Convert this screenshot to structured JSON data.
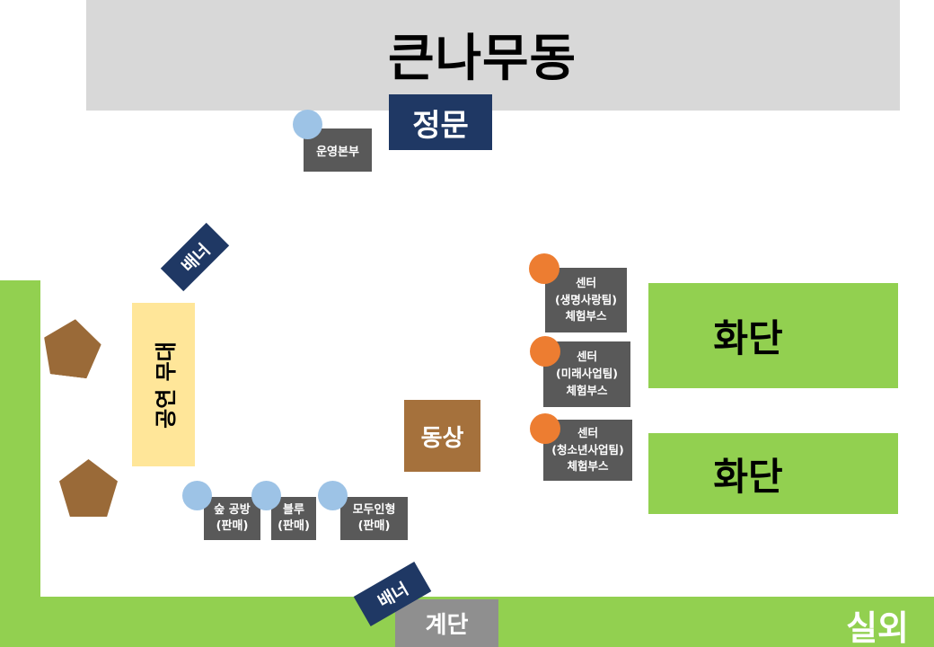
{
  "title": "큰나무동",
  "zones": {
    "main_gate": "정문",
    "ops_hq": "운영본부",
    "banner_top": "배너",
    "banner_bottom": "배너",
    "stage": "공연 무대",
    "statue": "동상",
    "flowerbed_upper": "화단",
    "flowerbed_lower": "화단",
    "stairs": "계단",
    "outdoor": "실외"
  },
  "vendors": [
    {
      "label": "숲 공방\n(판매)"
    },
    {
      "label": "블루\n(판매)"
    },
    {
      "label": "모두인형\n(판매)"
    }
  ],
  "booths": [
    {
      "label": "센터\n(생명사랑팀)\n체험부스"
    },
    {
      "label": "센터\n(미래사업팀)\n체험부스"
    },
    {
      "label": "센터\n(청소년사업팀)\n체험부스"
    }
  ],
  "colors": {
    "walkway_green": "#92d050",
    "road_gray": "#d8d8d8",
    "navy": "#1f3864",
    "box_gray": "#595959",
    "stairs_gray": "#8f8f8f",
    "blue_dot": "#9dc3e6",
    "orange_dot": "#ed7d31",
    "stage_yellow": "#ffe699",
    "pentagon_brown": "#9a6a38",
    "statue_brown": "#a5713c"
  }
}
